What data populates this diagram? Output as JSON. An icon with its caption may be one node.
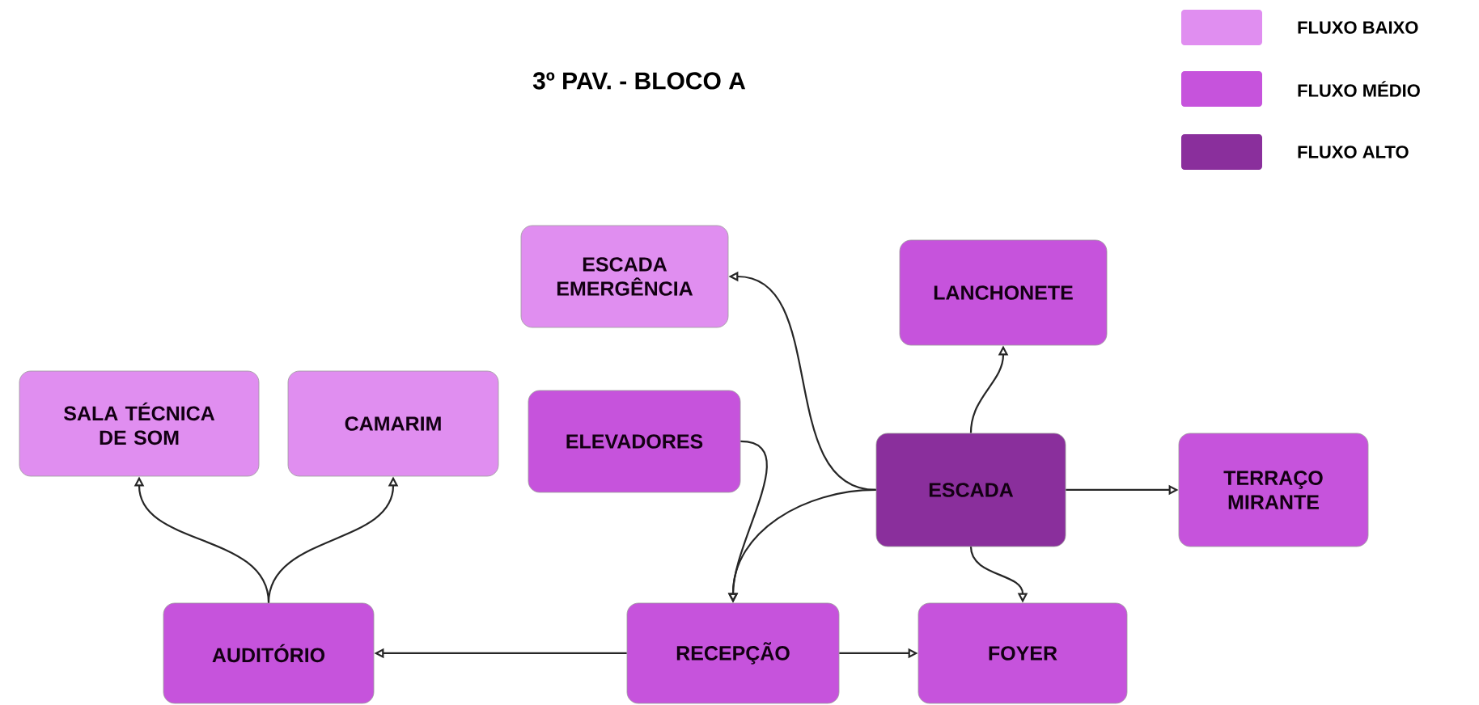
{
  "diagram": {
    "title": "3º PAV. - BLOCO A",
    "nodes": [
      {
        "text": [
          "ESCADA EMERGÊNCIA"
        ]
      },
      {
        "text": [
          "LANCHONETE"
        ]
      },
      {
        "text": [
          "SALA TÉCNICA DE SOM"
        ]
      },
      {
        "text": [
          "CAMARIM"
        ]
      },
      {
        "text": [
          "ELEVADORES"
        ]
      },
      {
        "text": [
          "ESCADA"
        ]
      },
      {
        "text": [
          "TERRAÇO MIRANTE"
        ]
      },
      {
        "text": [
          "AUDITÓRIO"
        ]
      },
      {
        "text": [
          "RECEPÇÃO"
        ]
      },
      {
        "text": [
          "FOYER"
        ]
      }
    ],
    "edges": [
      {
        "from": 5,
        "to": 0,
        "arrow": "to"
      },
      {
        "from": 5,
        "to": 1,
        "arrow": "to"
      },
      {
        "from": 5,
        "to": 6,
        "arrow": "to"
      },
      {
        "from": 5,
        "to": 9,
        "arrow": "to"
      },
      {
        "from": 5,
        "to": 8,
        "arrow": "to"
      },
      {
        "from": 4,
        "to": 8,
        "arrow": "to"
      },
      {
        "from": 8,
        "to": 7,
        "arrow": "to"
      },
      {
        "from": 8,
        "to": 9,
        "arrow": "to"
      },
      {
        "from": 7,
        "to": 2,
        "arrow": "to"
      },
      {
        "from": 7,
        "to": 3,
        "arrow": "to"
      }
    ],
    "legend": [
      {
        "text": "FLUXO BAIXO",
        "color": "#e08ef0"
      },
      {
        "text": "FLUXO MÉDIO",
        "color": "#c653dc"
      },
      {
        "text": "FLUXO ALTO",
        "color": "#8a2f9c"
      }
    ]
  }
}
